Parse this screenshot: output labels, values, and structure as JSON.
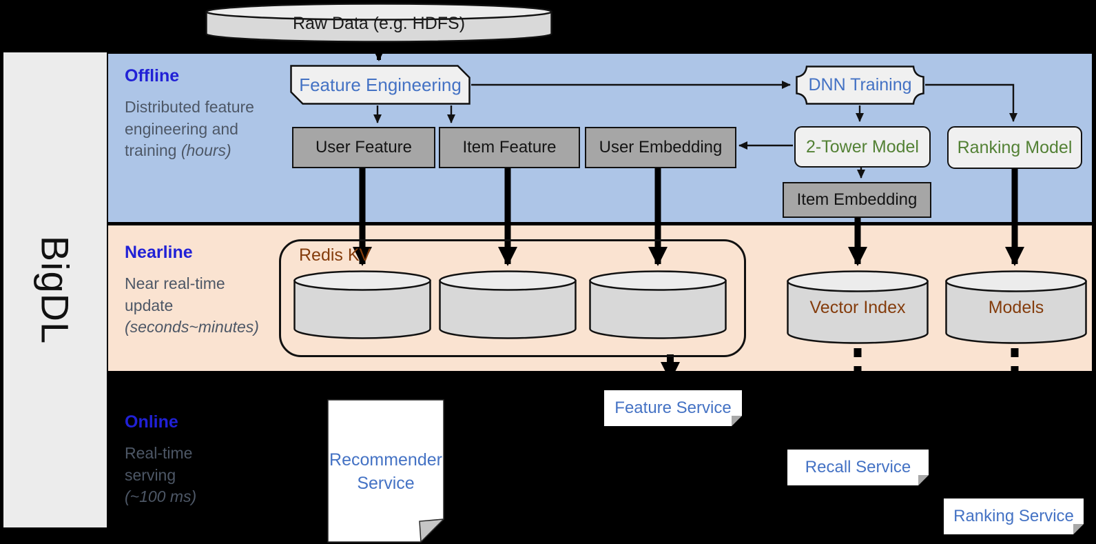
{
  "brand": {
    "label": "BigDL"
  },
  "raw_data": {
    "label": "Raw Data (e.g. HDFS)"
  },
  "sections": {
    "offline": {
      "label": "Offline",
      "description": "Distributed feature engineering and training",
      "description_note": "(hours)"
    },
    "nearline": {
      "label": "Nearline",
      "description": "Near real-time update",
      "description_note": "(seconds~minutes)"
    },
    "online": {
      "label": "Online",
      "description": "Real-time serving",
      "description_note": "(~100 ms)"
    }
  },
  "nodes": {
    "feature_engineering": {
      "label": "Feature Engineering"
    },
    "dnn_training": {
      "label": "DNN Training"
    },
    "user_feature": {
      "label": "User Feature"
    },
    "item_feature": {
      "label": "Item Feature"
    },
    "user_embedding": {
      "label": "User Embedding"
    },
    "two_tower_model": {
      "label": "2-Tower Model"
    },
    "ranking_model": {
      "label": "Ranking Model"
    },
    "item_embedding": {
      "label": "Item Embedding"
    },
    "redis_kv": {
      "label": "Redis KV"
    },
    "vector_index": {
      "label": "Vector Index"
    },
    "models": {
      "label": "Models"
    },
    "recommender_service": {
      "label": "Recommender Service"
    },
    "feature_service": {
      "label": "Feature Service"
    },
    "recall_service": {
      "label": "Recall Service"
    },
    "ranking_service": {
      "label": "Ranking Service"
    }
  },
  "colors": {
    "offline_bg": "#adc5e7",
    "nearline_bg": "#fae3d1",
    "online_bg": "#000000",
    "brand_bar_bg": "#ececec",
    "section_label": "#2121d6",
    "section_description": "#4d5766",
    "blue_node_text": "#4472c4",
    "green_node_text": "#538135",
    "brown_node_text": "#843c0c",
    "gray_node_bg": "#a6a6a6",
    "light_node_bg": "#f0f0f0",
    "cylinder_body": "#d8d8d8",
    "cylinder_top": "#ececec"
  }
}
